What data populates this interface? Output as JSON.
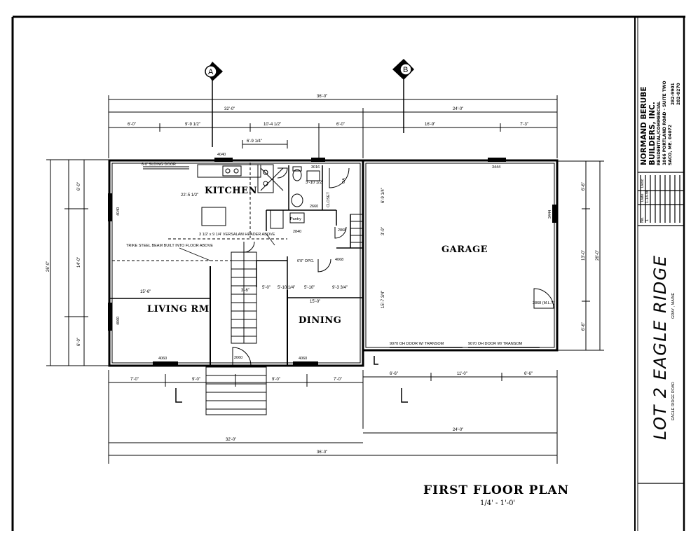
{
  "drawing": {
    "rooms": {
      "kitchen": "KITCHEN",
      "living": "LIVING RM",
      "dining": "DINING",
      "garage": "GARAGE"
    },
    "grid_markers": {
      "a": "A",
      "b": "B"
    },
    "dimensions": {
      "overall_top": "36'-0\"",
      "house_top": "32'-0\"",
      "garage_top": "24'-0\"",
      "seg_a": "6'-0\"",
      "seg_b": "9'-9 1/2\"",
      "seg_c": "10'-4 1/2\"",
      "seg_d": "6'-0\"",
      "seg_e": "16'-9\"",
      "seg_f": "7'-3\"",
      "seg_g": "6'-9 1/4\"",
      "left_total": "26'-0\"",
      "left_a": "6'-0\"",
      "left_b": "14'-0\"",
      "left_c": "6'-0\"",
      "right_total": "26'-0\"",
      "right_a": "6'-6\"",
      "right_b": "13'-0\"",
      "right_c": "6'-6\"",
      "bot_a": "7'-0\"",
      "bot_b": "9'-0\"",
      "bot_c": "9'-0\"",
      "bot_d": "7'-0\"",
      "bot_house": "32'-0\"",
      "bot_garage": "24'-0\"",
      "bot_overall": "36'-0\"",
      "gar_a": "6'-6\"",
      "gar_b": "11'-0\"",
      "gar_c": "6'-6\"",
      "kitchen_w": "22'-5 1/2\"",
      "living_w": "15'-6\"",
      "dining_w": "15'-0\"",
      "hall_a": "3'-10 1/2\"",
      "stair_a": "5'-0\"",
      "stair_b": "3'-6\"",
      "stair_c": "5'-10 1/4\"",
      "stair_d": "5'-10\"",
      "stair_e": "9'-3 3/4\"",
      "gar_side_a": "6'-9 1/4\"",
      "gar_side_b": "15'-7 3/4\"",
      "gar_side_c": "3'-9\""
    },
    "notes": {
      "sliding_door": "6-0' SLDING DOOR",
      "win_4040_top": "4040",
      "win_4040_left": "4040",
      "win_4060_left": "4060",
      "win_4060_bot_l": "4060",
      "win_4060_bot_r": "4060",
      "win_3444_a": "3444",
      "win_3444_b": "3444",
      "win_3016": "3016",
      "pantry": "Pantry",
      "beam": "3 1/2' x 9 1/4' VERSALAM HEADER ABOVE",
      "steel_beam": "TRIKE STEEL BEAM BUILT INTO FLOOR ABOVE",
      "opening": "6'0\" OPG.",
      "garage_door_1": "9070 OH DOOR W/ TRANSOM",
      "garage_door_2": "9070 OH DOOR W/ TRANSOM",
      "garage_entry": "2868 (M.L.T)",
      "door_2660": "2660",
      "door_2868": "2868",
      "door_4068": "4068",
      "door_2840": "2840",
      "door_2060": "2060",
      "oa_door": "OA",
      "closet": "CLOSET"
    },
    "title": "FIRST FLOOR PLAN",
    "scale": "1/4' - 1'-0'"
  },
  "title_block": {
    "company_1": "NORMAND BERUBE",
    "company_2": "BUILDERS, INC.",
    "company_3": "RESIDENTIAL/COMMERCIAL",
    "address_1": "1066 PORTLAND ROAD - SUITE TWO",
    "address_2": "SACO, ME. 04072",
    "phone_1": "282-9901",
    "phone_2": "282-0270",
    "rev_header_1": "No.",
    "rev_header_2": "Date",
    "rev_header_3": "Desc",
    "rev_num": "1",
    "rev_date": "1-14-96",
    "project": "LOT 2 EAGLE RIDGE",
    "road": "EAGLE RIDGE ROAD",
    "town": "GRAY , MAINE"
  }
}
